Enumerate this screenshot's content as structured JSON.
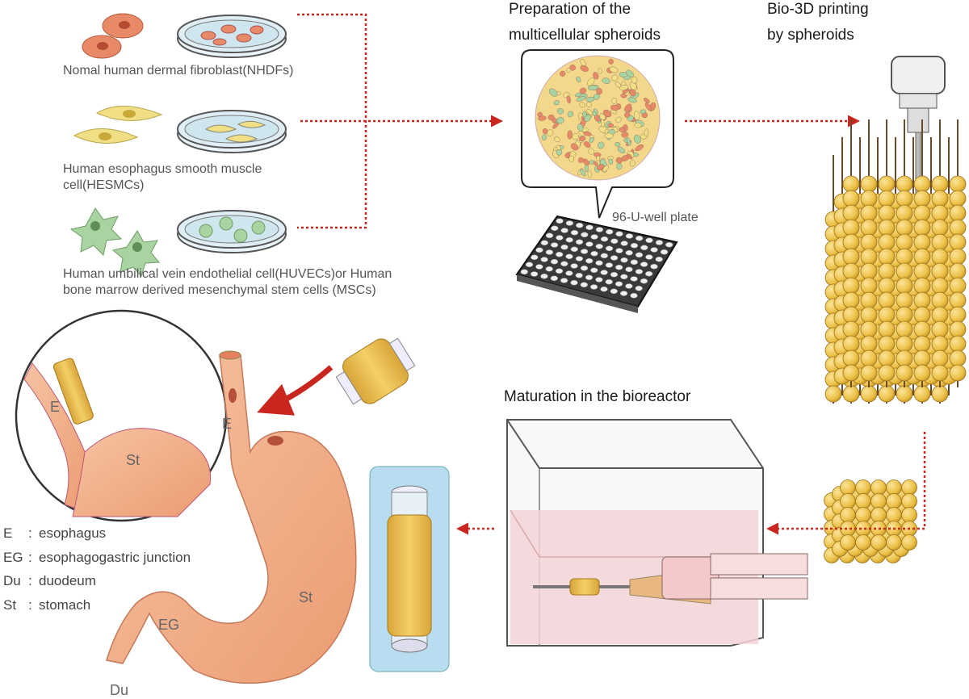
{
  "cell_sources": [
    {
      "label": "Nomal human dermal fibroblast(NHDFs)"
    },
    {
      "label_line1": "Human esophagus smooth muscle",
      "label_line2": "cell(HESMCs)"
    },
    {
      "label_line1": "Human umbilical vein endothelial cell(HUVECs)or Human",
      "label_line2": "bone marrow derived mesenchymal stem cells (MSCs)"
    }
  ],
  "steps": {
    "spheroids_line1": "Preparation of the",
    "spheroids_line2": "multicellular spheroids",
    "plate_label": "96-U-well plate",
    "printing_line1": "Bio-3D printing",
    "printing_line2": "by spheroids",
    "maturation": "Maturation in the bioreactor"
  },
  "anatomy_labels": {
    "inset_e": "E",
    "inset_st": "St",
    "main_e": "E",
    "main_st": "St",
    "eg": "EG",
    "du": "Du"
  },
  "legend": [
    {
      "abbr": "E",
      "sep": ":",
      "desc": "esophagus"
    },
    {
      "abbr": "EG",
      "sep": ":",
      "desc": "esophagogastric junction"
    },
    {
      "abbr": "Du",
      "sep": ":",
      "desc": "duodeum"
    },
    {
      "abbr": "St",
      "sep": ":",
      "desc": "stomach"
    }
  ],
  "colors": {
    "arrow_red": "#c8261e",
    "fibroblast": "#e88a68",
    "smooth_muscle": "#f0df85",
    "endothelial": "#a9d3a0",
    "spheroid": "#f1c84f",
    "stomach": "#f2ad86",
    "bioreactor_media": "#f4d5d8",
    "tube_panel": "#b8dcf0"
  }
}
